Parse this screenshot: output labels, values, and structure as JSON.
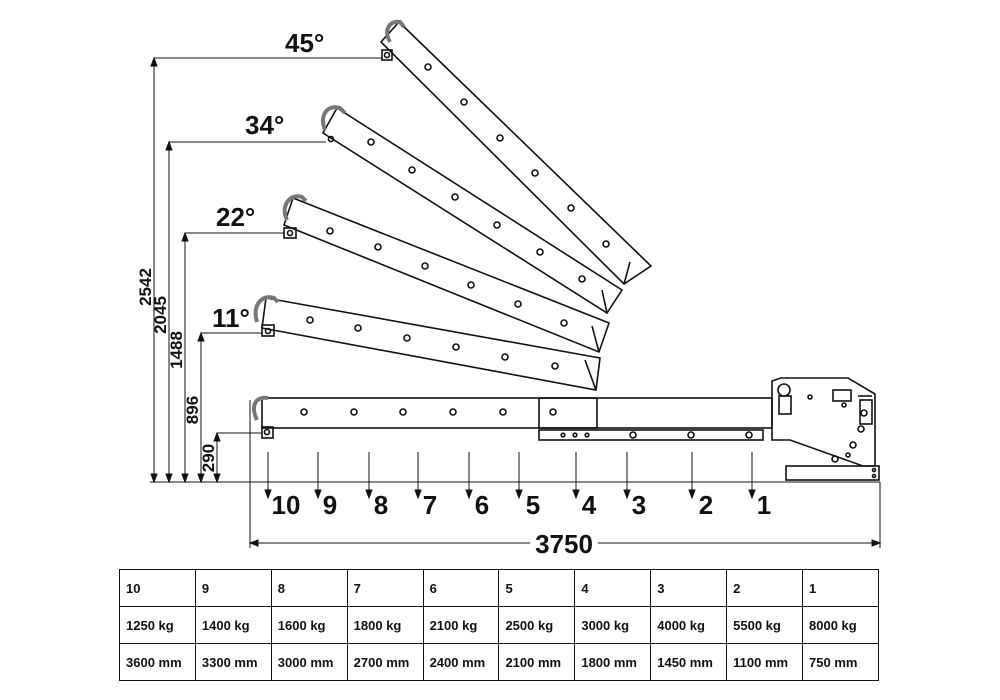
{
  "diagram": {
    "angles": [
      "45°",
      "34°",
      "22°",
      "11°"
    ],
    "heights": [
      "2542",
      "2045",
      "1488",
      "896",
      "290"
    ],
    "positions": [
      "10",
      "9",
      "8",
      "7",
      "6",
      "5",
      "4",
      "3",
      "2",
      "1"
    ],
    "total_length": "3750"
  },
  "table": {
    "positions": [
      "10",
      "9",
      "8",
      "7",
      "6",
      "5",
      "4",
      "3",
      "2",
      "1"
    ],
    "loads": [
      "1250 kg",
      "1400 kg",
      "1600 kg",
      "1800 kg",
      "2100 kg",
      "2500 kg",
      "3000 kg",
      "4000 kg",
      "5500 kg",
      "8000 kg"
    ],
    "reaches": [
      "3600 mm",
      "3300 mm",
      "3000 mm",
      "2700 mm",
      "2400 mm",
      "2100 mm",
      "1800 mm",
      "1450 mm",
      "1100 mm",
      "750 mm"
    ]
  }
}
